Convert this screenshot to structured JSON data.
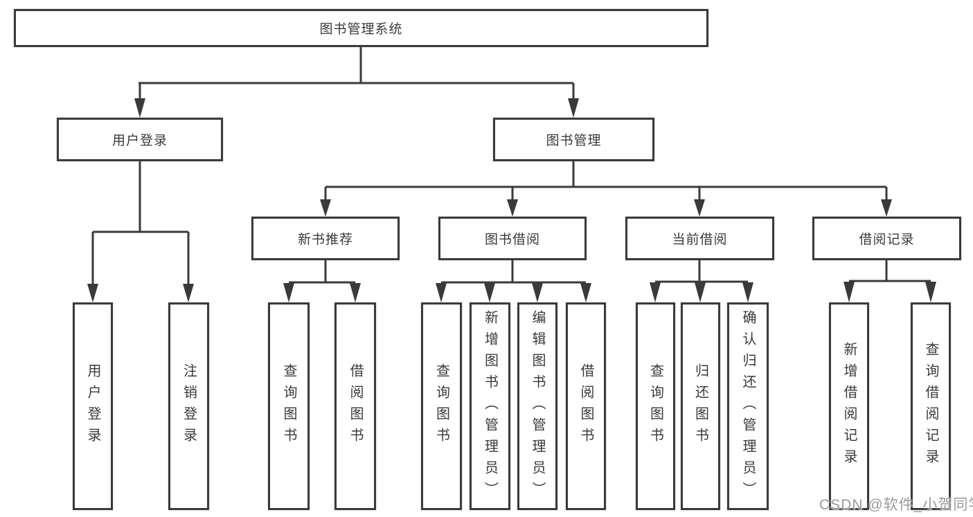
{
  "diagram": {
    "title": "图书管理系统",
    "colors": {
      "line": "#3a3a3a",
      "box_fill": "#ffffff",
      "text": "#3a3a3a",
      "watermark": "#9a9a9a"
    },
    "root": {
      "label": "图书管理系统"
    },
    "level2": [
      {
        "label": "用户登录"
      },
      {
        "label": "图书管理"
      }
    ],
    "level3": [
      {
        "label": "新书推荐"
      },
      {
        "label": "图书借阅"
      },
      {
        "label": "当前借阅"
      },
      {
        "label": "借阅记录"
      }
    ],
    "leaves": {
      "user_login": [
        {
          "label": "用户登录"
        },
        {
          "label": "注销登录"
        }
      ],
      "new_books": [
        {
          "label": "查询图书"
        },
        {
          "label": "借阅图书"
        }
      ],
      "book_borrow": [
        {
          "label": "查询图书"
        },
        {
          "label": "新增图书（管理员）"
        },
        {
          "label": "编辑图书（管理员）"
        },
        {
          "label": "借阅图书"
        }
      ],
      "current_borrow": [
        {
          "label": "查询图书"
        },
        {
          "label": "归还图书"
        },
        {
          "label": "确认归还（管理员）"
        }
      ],
      "borrow_records": [
        {
          "label": "新增借阅记录"
        },
        {
          "label": "查询借阅记录"
        }
      ]
    },
    "watermark": "CSDN @软件_小贺同学"
  }
}
